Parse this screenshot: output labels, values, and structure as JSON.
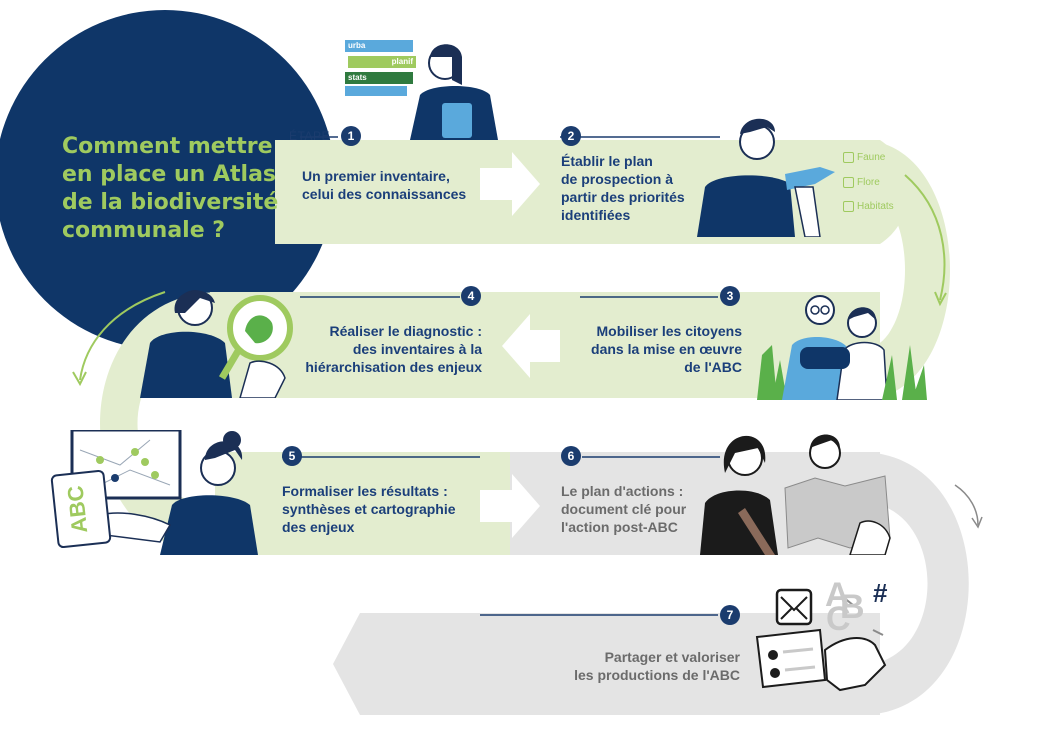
{
  "title": "Comment mettre\nen place un Atlas\nde la biodiversité\ncommunale ?",
  "etape_label": "ÉTAPE",
  "steps": [
    {
      "number": "1",
      "text": "Un premier inventaire,\ncelui des connaissances"
    },
    {
      "number": "2",
      "text": "Établir le plan\nde prospection à\npartir des priorités\nidentifiées"
    },
    {
      "number": "3",
      "text": "Mobiliser les citoyens\ndans la mise en œuvre\nde l'ABC"
    },
    {
      "number": "4",
      "text": "Réaliser le diagnostic :\ndes inventaires à la\nhiérarchisation des enjeux"
    },
    {
      "number": "5",
      "text": "Formaliser les résultats :\nsynthèses et cartographie\ndes enjeux"
    },
    {
      "number": "6",
      "text": "Le plan d'actions :\ndocument clé pour\nl'action post-ABC"
    },
    {
      "number": "7",
      "text": "Partager et valoriser\nles productions de l'ABC"
    }
  ],
  "books": {
    "urba": "urba",
    "planif": "planif",
    "stats": "stats"
  },
  "checklist": {
    "faune": "Faune",
    "flore": "Flore",
    "habitats": "Habitats"
  },
  "notebook": "ABC",
  "letters": {
    "a": "A",
    "b": "B",
    "c": "C",
    "hash": "#"
  },
  "colors": {
    "navy": "#0f3668",
    "green": "#9fca5f",
    "light_green": "#e3edcf",
    "grey_band": "#e4e4e4"
  }
}
